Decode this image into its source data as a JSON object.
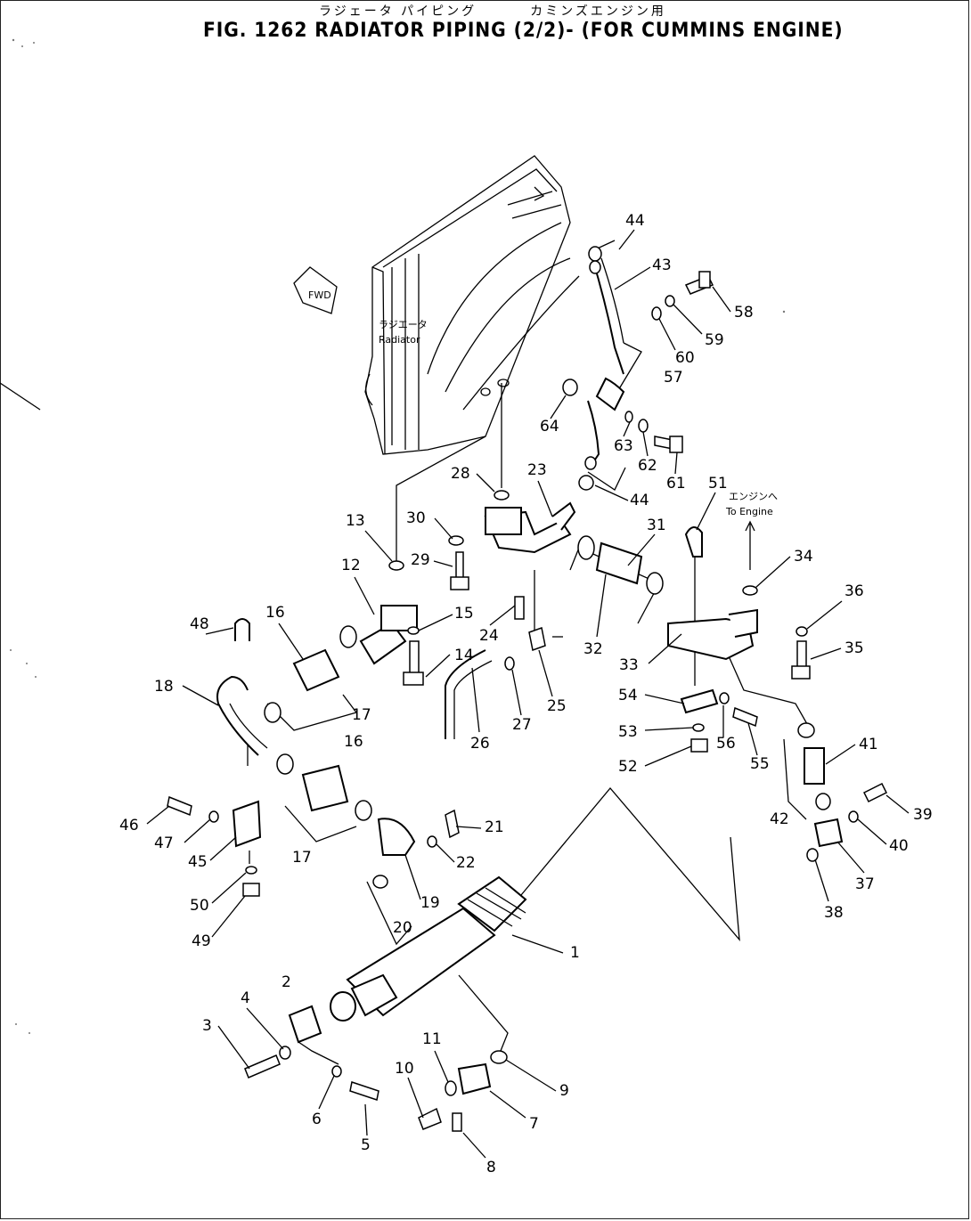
{
  "header": {
    "title_jp_left": "ラジェータ パイピング",
    "title_jp_right": "カミンズエンジン用",
    "title": "FIG. 1262  RADIATOR PIPING (2/2)- (FOR CUMMINS ENGINE)"
  },
  "annotations": {
    "fwd": "FWD",
    "radiator_jp": "ラジエータ",
    "radiator": "Radiator",
    "engine_jp": "エンジンへ",
    "to_engine": "To Engine"
  },
  "part_labels": [
    {
      "id": "1",
      "text": "1"
    },
    {
      "id": "2",
      "text": "2"
    },
    {
      "id": "3",
      "text": "3"
    },
    {
      "id": "4",
      "text": "4"
    },
    {
      "id": "5",
      "text": "5"
    },
    {
      "id": "6",
      "text": "6"
    },
    {
      "id": "7",
      "text": "7"
    },
    {
      "id": "8",
      "text": "8"
    },
    {
      "id": "9",
      "text": "9"
    },
    {
      "id": "10",
      "text": "10"
    },
    {
      "id": "11",
      "text": "11"
    },
    {
      "id": "12",
      "text": "12"
    },
    {
      "id": "13",
      "text": "13"
    },
    {
      "id": "14",
      "text": "14"
    },
    {
      "id": "15",
      "text": "15"
    },
    {
      "id": "16a",
      "text": "16"
    },
    {
      "id": "16b",
      "text": "16"
    },
    {
      "id": "17a",
      "text": "17"
    },
    {
      "id": "17b",
      "text": "17"
    },
    {
      "id": "18",
      "text": "18"
    },
    {
      "id": "19",
      "text": "19"
    },
    {
      "id": "20",
      "text": "20"
    },
    {
      "id": "21",
      "text": "21"
    },
    {
      "id": "22",
      "text": "22"
    },
    {
      "id": "23",
      "text": "23"
    },
    {
      "id": "24",
      "text": "24"
    },
    {
      "id": "25",
      "text": "25"
    },
    {
      "id": "26",
      "text": "26"
    },
    {
      "id": "27",
      "text": "27"
    },
    {
      "id": "28",
      "text": "28"
    },
    {
      "id": "29",
      "text": "29"
    },
    {
      "id": "30",
      "text": "30"
    },
    {
      "id": "31",
      "text": "31"
    },
    {
      "id": "32",
      "text": "32"
    },
    {
      "id": "33",
      "text": "33"
    },
    {
      "id": "34",
      "text": "34"
    },
    {
      "id": "35",
      "text": "35"
    },
    {
      "id": "36",
      "text": "36"
    },
    {
      "id": "37",
      "text": "37"
    },
    {
      "id": "38",
      "text": "38"
    },
    {
      "id": "39",
      "text": "39"
    },
    {
      "id": "40",
      "text": "40"
    },
    {
      "id": "41",
      "text": "41"
    },
    {
      "id": "42",
      "text": "42"
    },
    {
      "id": "43",
      "text": "43"
    },
    {
      "id": "44a",
      "text": "44"
    },
    {
      "id": "44b",
      "text": "44"
    },
    {
      "id": "45",
      "text": "45"
    },
    {
      "id": "46",
      "text": "46"
    },
    {
      "id": "47",
      "text": "47"
    },
    {
      "id": "48",
      "text": "48"
    },
    {
      "id": "49",
      "text": "49"
    },
    {
      "id": "50",
      "text": "50"
    },
    {
      "id": "51",
      "text": "51"
    },
    {
      "id": "52",
      "text": "52"
    },
    {
      "id": "53",
      "text": "53"
    },
    {
      "id": "54",
      "text": "54"
    },
    {
      "id": "55",
      "text": "55"
    },
    {
      "id": "56",
      "text": "56"
    },
    {
      "id": "57",
      "text": "57"
    },
    {
      "id": "58",
      "text": "58"
    },
    {
      "id": "59",
      "text": "59"
    },
    {
      "id": "60",
      "text": "60"
    },
    {
      "id": "61",
      "text": "61"
    },
    {
      "id": "62",
      "text": "62"
    },
    {
      "id": "63",
      "text": "63"
    },
    {
      "id": "64",
      "text": "64"
    }
  ]
}
